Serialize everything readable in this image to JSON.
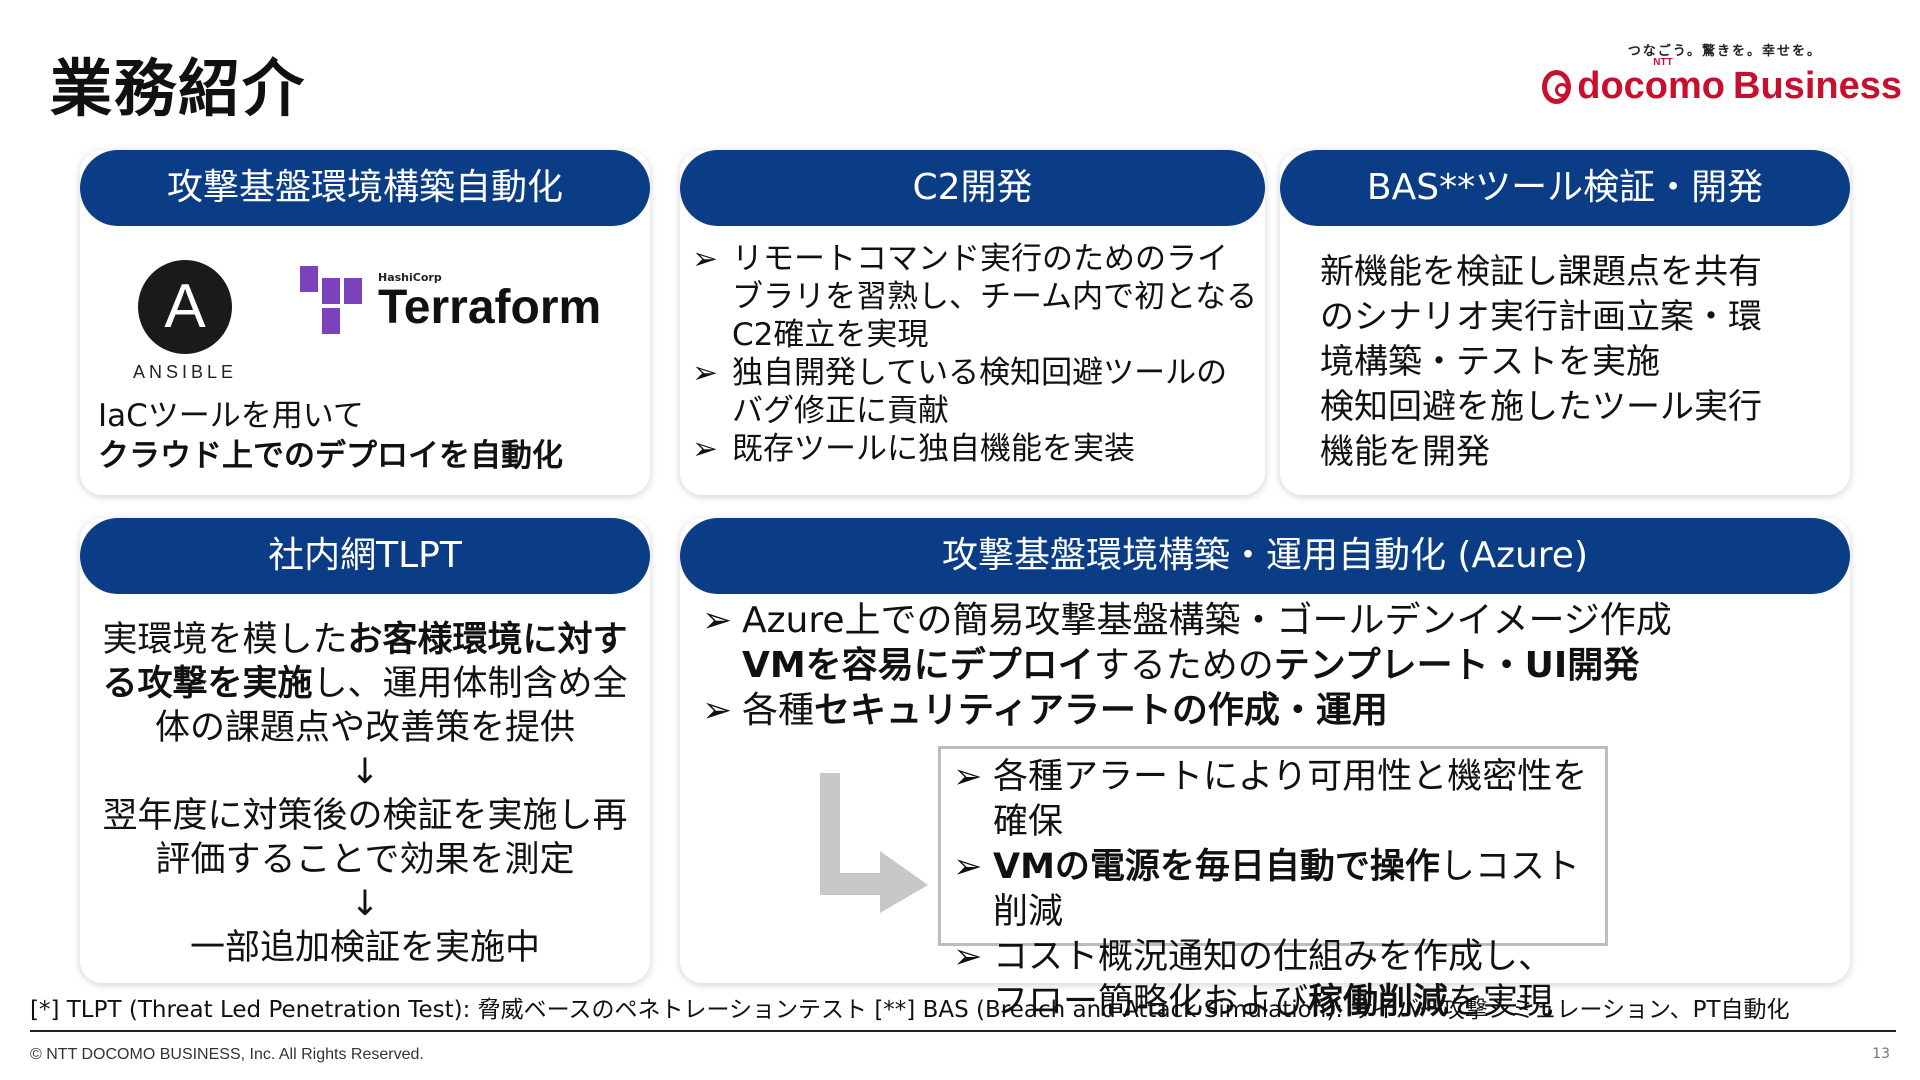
{
  "page": {
    "title": "業務紹介",
    "page_number": "13",
    "copyright": "© NTT DOCOMO BUSINESS, Inc. All Rights Reserved.",
    "footnote": "[*] TLPT (Threat Led Penetration Test): 脅威ベースのペネトレーションテスト [**] BAS (Breach and Attack Simulation): サイバー攻撃シミュレーション、PT自動化"
  },
  "brand": {
    "tagline": "つなごう。驚きを。幸せを。",
    "ntt": "NTT",
    "docomo": "docomo",
    "business": "Business",
    "color": "#c8102e"
  },
  "colors": {
    "header": "#0b3c86"
  },
  "cards": {
    "iac": {
      "title": "攻撃基盤環境構築自動化",
      "ansible": "ANSIBLE",
      "ansible_glyph": "A",
      "hashicorp": "HashiCorp",
      "terraform": "Terraform",
      "line1": "IaCツールを用いて",
      "line2": "クラウド上でのデプロイを自動化"
    },
    "c2": {
      "title": "C2開発",
      "items": [
        "リモートコマンド実行のためのライブラリを習熟し、チーム内で初となるC2確立を実現",
        "独自開発している検知回避ツールのバグ修正に貢献",
        "既存ツールに独自機能を実装"
      ]
    },
    "bas": {
      "title": "BAS**ツール検証・開発",
      "line1": "新機能を検証し課題点を共有",
      "line2": "のシナリオ実行計画立案・環",
      "line3": "境構築・テストを実施",
      "line4": "検知回避を施したツール実行",
      "line5": "機能を開発"
    },
    "tlpt": {
      "title": "社内網TLPT",
      "p1": "実環境を模した",
      "p1b": "お客様環境に対する攻撃を実施",
      "p1c": "し、運用体制含め全体の課題点や改善策を提供",
      "arrow": "↓",
      "p2": "翌年度に対策後の検証を実施し再評価することで効果を測定",
      "p3": "一部追加検証を実施中"
    },
    "azure": {
      "title": "攻撃基盤環境構築・運用自動化 (Azure)",
      "item1_a": "Azure上での簡易攻撃基盤構築・ゴールデンイメージ作成",
      "item1_b1": "VMを容易にデプロイ",
      "item1_b2": "するための",
      "item1_b3": "テンプレート・UI開発",
      "item2_a": "各種",
      "item2_b": "セキュリティアラートの作成・運用",
      "sub1": "各種アラートにより可用性と機密性を確保",
      "sub2_a": "VMの電源を毎日自動で操作",
      "sub2_b": "しコスト削減",
      "sub3_a": "コスト概況通知の仕組みを作成し、",
      "sub3_b": "フロー簡略化および",
      "sub3_c": "稼働削減",
      "sub3_d": "を実現"
    }
  },
  "bullet": "➢"
}
